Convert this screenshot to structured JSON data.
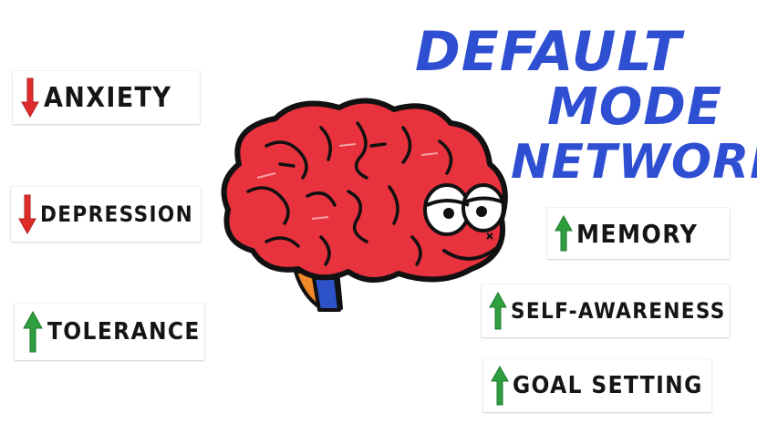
{
  "title": {
    "line1": "DEFAULT",
    "line2": "MODE",
    "line3": "NETWORK",
    "color": "#2f4fd3"
  },
  "left_items": [
    {
      "label": "ANXIETY",
      "direction": "down",
      "icon": "red-down-arrow-icon"
    },
    {
      "label": "DEPRESSION",
      "direction": "down",
      "icon": "red-down-arrow-icon"
    },
    {
      "label": "TOLERANCE",
      "direction": "up",
      "icon": "green-up-arrow-icon"
    }
  ],
  "right_items": [
    {
      "label": "MEMORY",
      "direction": "up",
      "icon": "green-up-arrow-icon"
    },
    {
      "label": "SELF-AWARENESS",
      "direction": "up",
      "icon": "green-up-arrow-icon"
    },
    {
      "label": "GOAL SETTING",
      "direction": "up",
      "icon": "green-up-arrow-icon"
    }
  ],
  "colors": {
    "down_arrow": "#e02b2b",
    "up_arrow": "#2f9e3f",
    "brain_fill": "#e8323e",
    "brainstem": "#2e53c9",
    "text": "#151515"
  },
  "illustration": "cartoon-brain-with-sleepy-face"
}
